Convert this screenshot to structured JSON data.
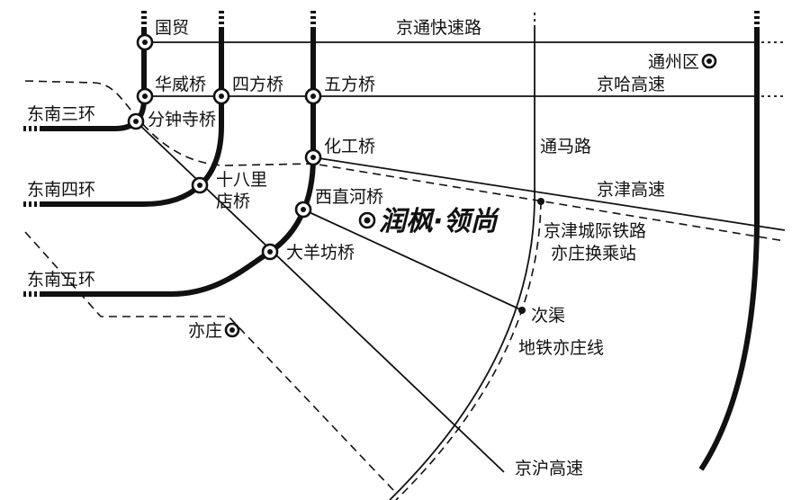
{
  "colors": {
    "ink": "#111111",
    "paper": "#ffffff"
  },
  "icons": {
    "interchange": "interchange-ring-icon",
    "place": "place-marker-icon",
    "station": "station-dot-icon"
  },
  "roads": {
    "jingtong": "京通快速路",
    "jingha": "京哈高速",
    "jingjin": "京津高速",
    "tongma": "通马路",
    "jinghu": "京沪高速",
    "ring3": "东南三环",
    "ring4": "东南四环",
    "ring5": "东南五环"
  },
  "interchanges": {
    "guomao": "国贸",
    "huawei": "华威桥",
    "fenzhongsi": "分钟寺桥",
    "sifang": "四方桥",
    "shibalidian": [
      "十八里",
      "店桥"
    ],
    "wufang": "五方桥",
    "huagong": "化工桥",
    "xizhihe": "西直河桥",
    "dayangfang": "大羊坊桥"
  },
  "rail": {
    "intercity_line": "京津城际铁路",
    "transfer_station": "亦庄换乘站",
    "subway_line": "地铁亦庄线",
    "ciqu_station": "次渠"
  },
  "places": {
    "tongzhou": "通州区",
    "yizhuang": "亦庄"
  },
  "project": {
    "name": "润枫·领尚"
  }
}
